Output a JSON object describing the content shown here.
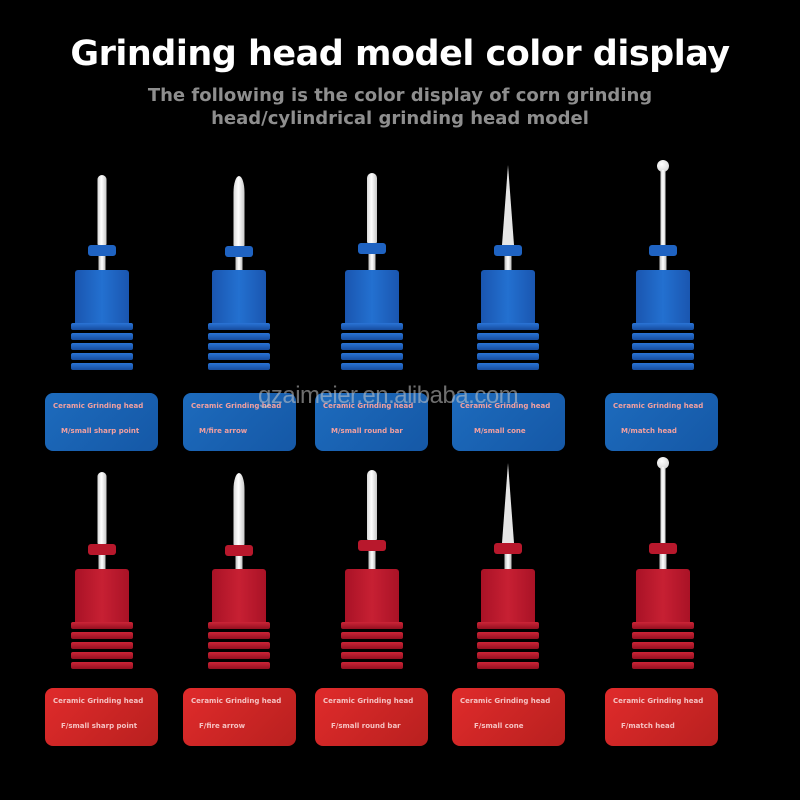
{
  "header": {
    "title": "Grinding head model color display",
    "subtitle_line1": "The following is the color display of corn grinding",
    "subtitle_line2": "head/cylindrical grinding head model"
  },
  "watermark": "gzaimeier.en.alibaba.com",
  "colors": {
    "background": "#000000",
    "blue": "#1f63c2",
    "red": "#b8182c",
    "label_text": "#f2a0a0"
  },
  "rows": [
    {
      "series": "M",
      "color": "blue",
      "items": [
        {
          "shape": "small sharp point",
          "label_title": "Ceramic Grinding head",
          "label_model": "M/small sharp point"
        },
        {
          "shape": "fire arrow",
          "label_title": "Ceramic Grinding head",
          "label_model": "M/fire arrow"
        },
        {
          "shape": "small round bar",
          "label_title": "Ceramic Grinding head",
          "label_model": "M/small round bar"
        },
        {
          "shape": "small cone",
          "label_title": "Ceramic Grinding head",
          "label_model": "M/small cone"
        },
        {
          "shape": "match head",
          "label_title": "Ceramic Grinding head",
          "label_model": "M/match head"
        }
      ]
    },
    {
      "series": "F",
      "color": "red",
      "items": [
        {
          "shape": "small sharp point",
          "label_title": "Ceramic Grinding head",
          "label_model": "F/small sharp point"
        },
        {
          "shape": "fire arrow",
          "label_title": "Ceramic Grinding head",
          "label_model": "F/fire arrow"
        },
        {
          "shape": "small round bar",
          "label_title": "Ceramic Grinding head",
          "label_model": "F/small round bar"
        },
        {
          "shape": "small cone",
          "label_title": "Ceramic Grinding head",
          "label_model": "F/small cone"
        },
        {
          "shape": "match head",
          "label_title": "Ceramic Grinding head",
          "label_model": "F/match head"
        }
      ]
    }
  ]
}
